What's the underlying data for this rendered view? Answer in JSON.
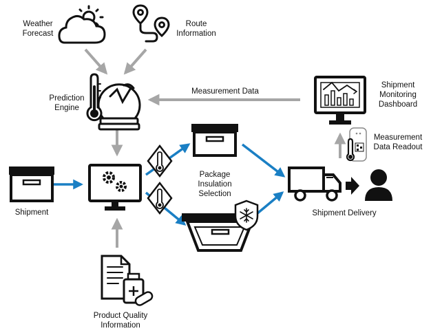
{
  "colors": {
    "ink": "#111111",
    "flow_blue": "#1a7fc4",
    "flow_gray": "#a6a6a6",
    "fill_white": "#ffffff"
  },
  "labels": {
    "weather_forecast": [
      "Weather",
      "Forecast"
    ],
    "route_information": [
      "Route",
      "Information"
    ],
    "prediction_engine": [
      "Prediction",
      "Engine"
    ],
    "measurement_data": "Measurement Data",
    "shipment_monitoring_dashboard": [
      "Shipment",
      "Monitoring",
      "Dashboard"
    ],
    "measurement_data_readout": [
      "Measurement",
      "Data Readout"
    ],
    "shipment": "Shipment",
    "package_insulation_selection": [
      "Package",
      "Insulation",
      "Selection"
    ],
    "shipment_delivery": "Shipment Delivery",
    "product_quality_information": [
      "Product Quality",
      "Information"
    ]
  },
  "icons": {
    "weather": "cloud-sun-icon",
    "route": "route-pin-icon",
    "prediction": "crystal-ball-thermometer-icon",
    "dashboard": "chart-monitor-icon",
    "readout": "data-logger-icon",
    "shipment": "box-icon",
    "engine": "gears-monitor-icon",
    "package_standard": "box-icon",
    "package_insulated": "insulated-container-icon",
    "delivery": "truck-icon",
    "recipient": "person-icon",
    "product_quality": "document-vial-icon"
  }
}
